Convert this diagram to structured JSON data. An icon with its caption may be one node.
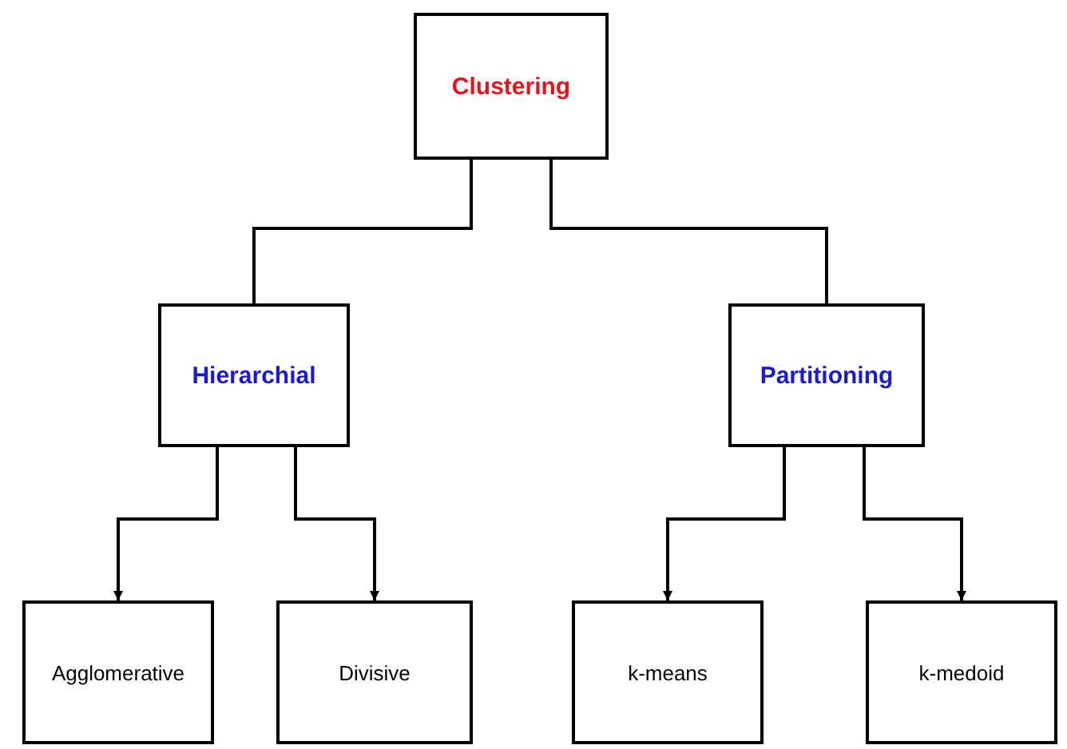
{
  "diagram": {
    "nodes": [
      {
        "text": [
          "Clustering"
        ]
      },
      {
        "text": [
          "Hierarchial"
        ]
      },
      {
        "text": [
          "Partitioning"
        ]
      },
      {
        "text": [
          "Agglomerative"
        ]
      },
      {
        "text": [
          "Divisive"
        ]
      },
      {
        "text": [
          "k-means"
        ]
      },
      {
        "text": [
          "k-medoid"
        ]
      }
    ],
    "edges": [
      {
        "from": 0,
        "to": 1,
        "arrow": "none"
      },
      {
        "from": 0,
        "to": 2,
        "arrow": "none"
      },
      {
        "from": 1,
        "to": 3,
        "arrow": "to"
      },
      {
        "from": 1,
        "to": 4,
        "arrow": "to"
      },
      {
        "from": 2,
        "to": 5,
        "arrow": "to"
      },
      {
        "from": 2,
        "to": 6,
        "arrow": "to"
      }
    ]
  }
}
